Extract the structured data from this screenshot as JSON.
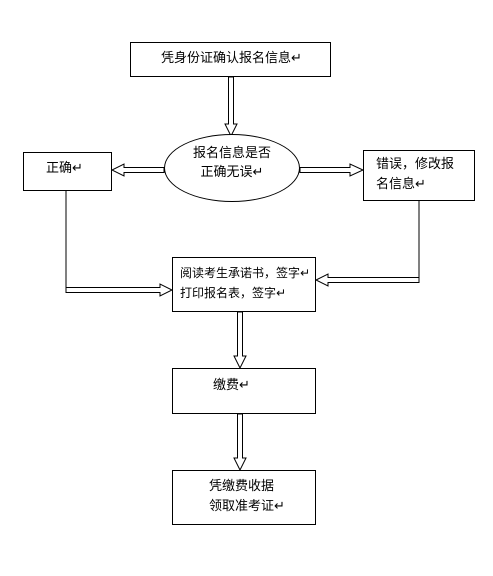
{
  "nodes": {
    "verify": {
      "line1": "凭身份证确认报名信息↵"
    },
    "decision": {
      "line1": "报名信息是否",
      "line2": "正确无误↵"
    },
    "correct": {
      "line1": "正确↵"
    },
    "error": {
      "line1": "错误，修改报",
      "line2": "名信息↵"
    },
    "read": {
      "line1": "阅读考生承诺书，签字↵",
      "line2": "打印报名表，签字↵"
    },
    "pay": {
      "line1": "缴费↵"
    },
    "receipt": {
      "line1": "凭缴费收据",
      "line2": "领取准考证↵"
    }
  },
  "colors": {
    "line": "#000000",
    "arrow_fill": "#ffffff",
    "box_fill": "#ffffff"
  }
}
